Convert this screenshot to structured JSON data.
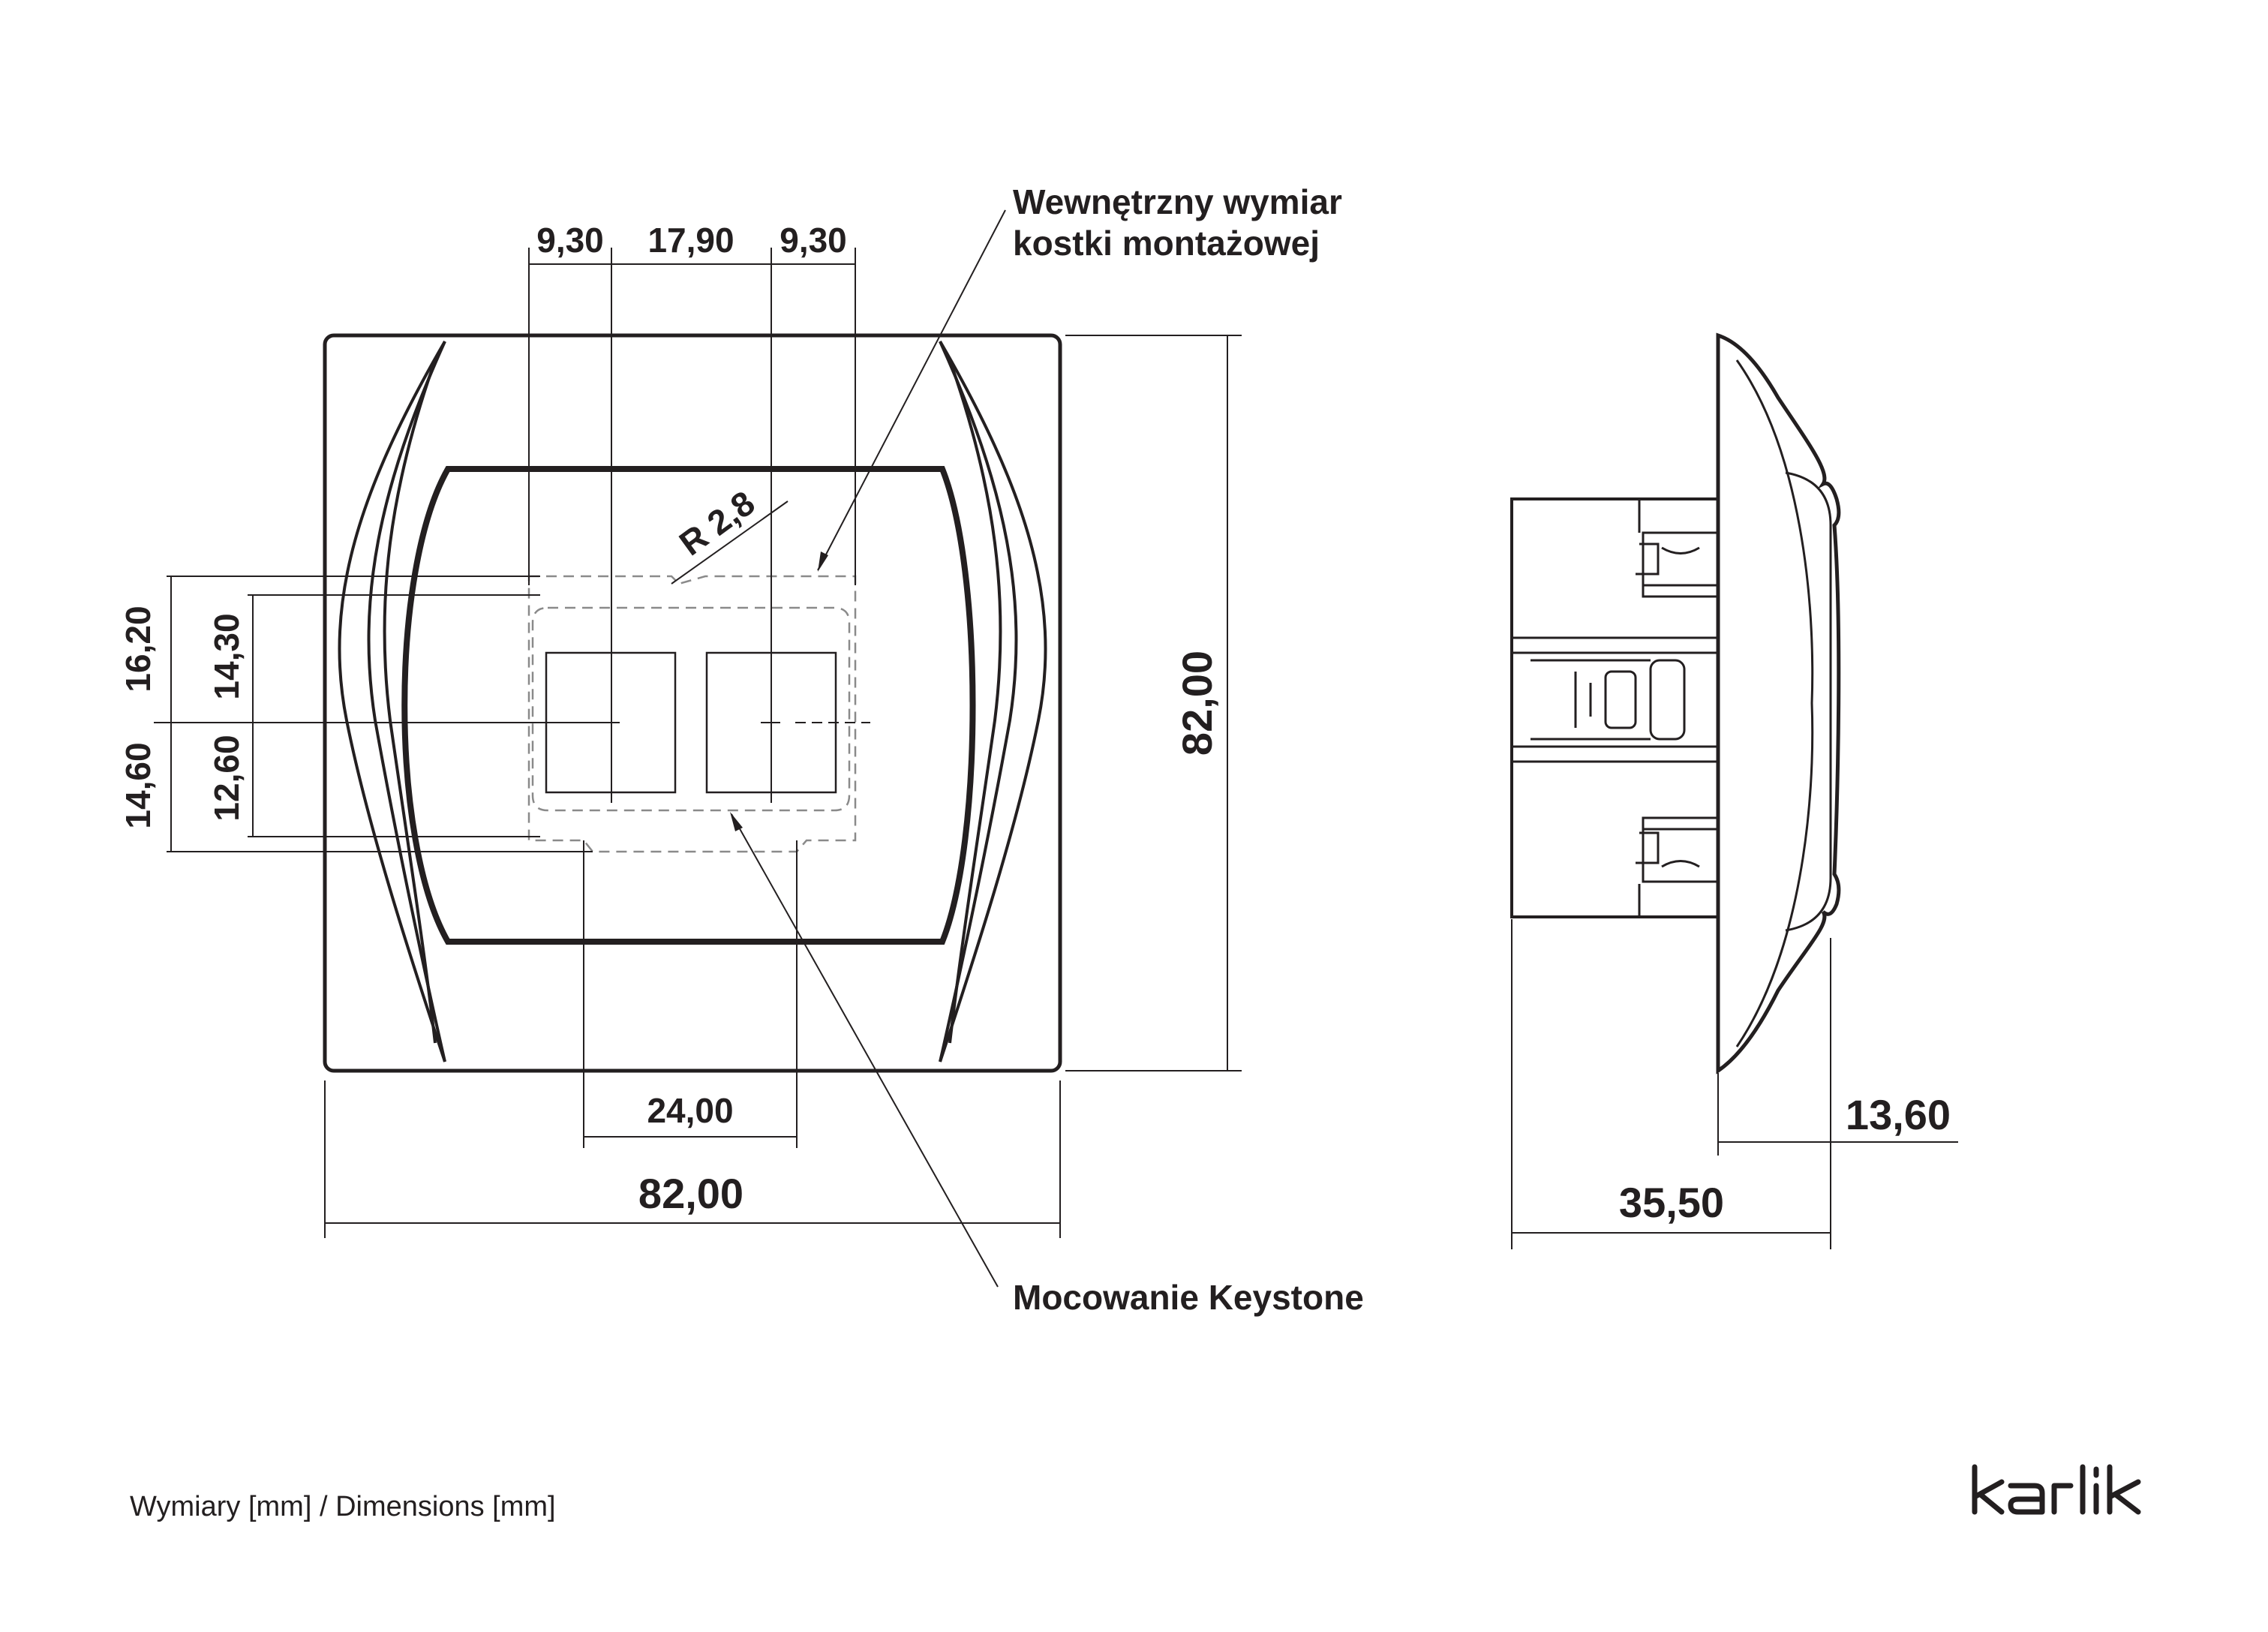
{
  "front_view": {
    "dimensions": {
      "top_left": "9,30",
      "top_middle": "17,90",
      "top_right": "9,30",
      "radius": "R 2,8",
      "left_outer_upper": "16,20",
      "left_outer_lower": "14,60",
      "left_inner_upper": "14,30",
      "left_inner_lower": "12,60",
      "bottom_inner": "24,00",
      "bottom_width": "82,00",
      "right_height": "82,00"
    },
    "callouts": {
      "inner_box_line1": "Wewnętrzny wymiar",
      "inner_box_line2": "kostki montażowej",
      "keystone": "Mocowanie Keystone"
    }
  },
  "side_view": {
    "dimensions": {
      "front_depth": "13,60",
      "total_depth": "35,50"
    }
  },
  "footer": {
    "units_note": "Wymiary [mm] / Dimensions [mm]",
    "brand": "karlik"
  },
  "colors": {
    "ink": "#231f20",
    "background": "#ffffff",
    "dashed": "#8a8a8a"
  }
}
